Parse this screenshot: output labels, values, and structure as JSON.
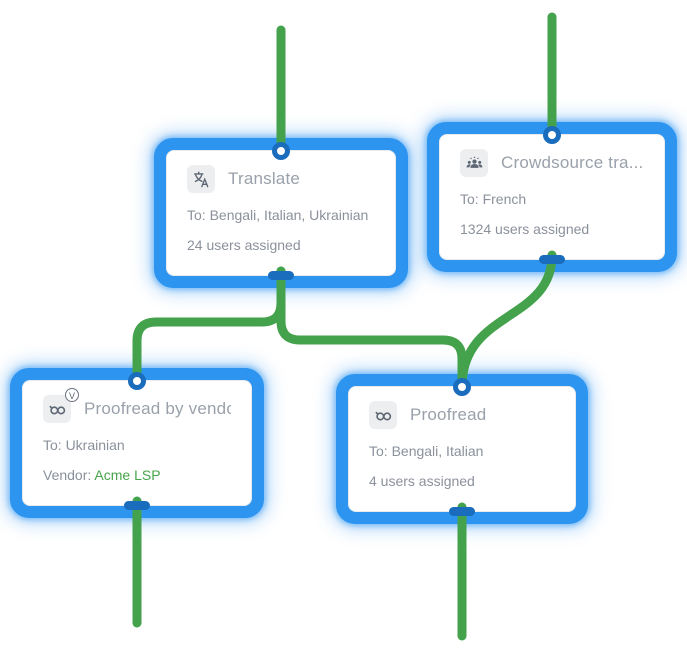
{
  "app": {
    "name": "translation-workflow-editor"
  },
  "colors": {
    "node_border": "#2d95f0",
    "node_glow": "rgba(45,149,240,0.45)",
    "port": "#1a6dbd",
    "connector": "#44a24c",
    "title_text": "#9aa1ab",
    "body_text": "#8b919b",
    "icon_glyph": "#5d6673",
    "icon_bg": "#eceef0",
    "vendor_link": "#47a44b",
    "card_bg": "#ffffff"
  },
  "nodes": [
    {
      "id": "translate",
      "title": "Translate",
      "icon": "translate-icon",
      "to_label": "To: Bengali, Italian, Ukrainian",
      "users_label": "24 users assigned"
    },
    {
      "id": "crowdsource",
      "title": "Crowdsource tra...",
      "icon": "crowd-icon",
      "to_label": "To: French",
      "users_label": "1324 users assigned"
    },
    {
      "id": "proofread-by-vendor",
      "title": "Proofread by vendor",
      "icon": "glasses-vendor-icon",
      "badge": "V",
      "to_label": "To: Ukrainian",
      "vendor_prefix": "Vendor: ",
      "vendor_name": "Acme LSP"
    },
    {
      "id": "proofread",
      "title": "Proofread",
      "icon": "glasses-icon",
      "to_label": "To: Bengali, Italian",
      "users_label": "4 users assigned"
    }
  ],
  "edges": [
    {
      "from": "upstream",
      "to": "translate"
    },
    {
      "from": "upstream",
      "to": "crowdsource"
    },
    {
      "from": "translate",
      "to": "proofread-by-vendor"
    },
    {
      "from": "translate",
      "to": "proofread"
    },
    {
      "from": "crowdsource",
      "to": "proofread"
    },
    {
      "from": "proofread-by-vendor",
      "to": "downstream"
    },
    {
      "from": "proofread",
      "to": "downstream"
    }
  ]
}
